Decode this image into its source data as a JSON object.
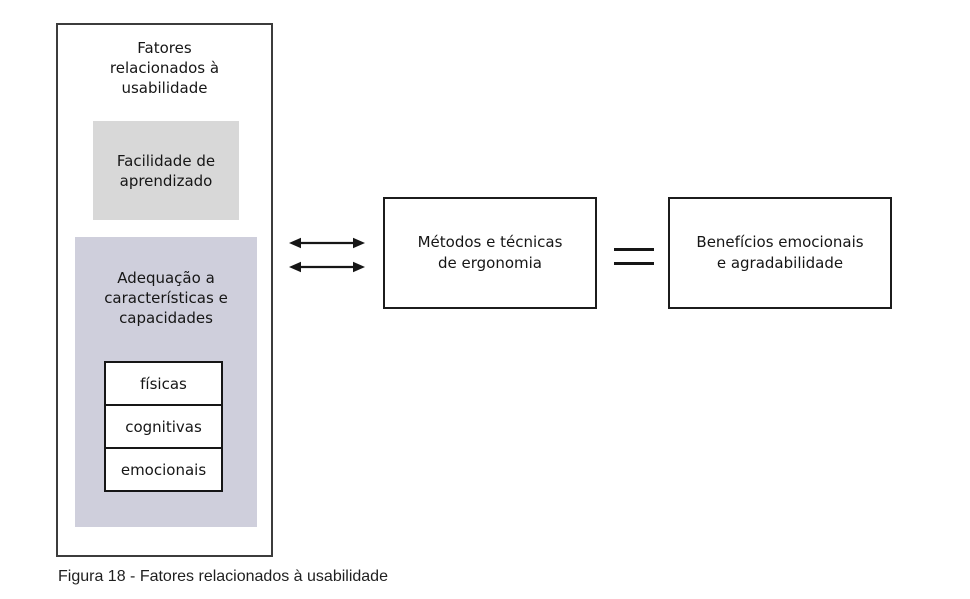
{
  "colors": {
    "learnability_fill": "#d8d8d8",
    "adequacy_fill": "#cfcfdc",
    "line_color": "#161616",
    "background": "#ffffff"
  },
  "usability_panel": {
    "title": "Fatores\nrelacionados à\nusabilidade",
    "learnability_label": "Facilidade de\naprendizado",
    "adequacy": {
      "title": "Adequação a\ncaracterísticas e\ncapacidades",
      "items": [
        {
          "label": "físicas"
        },
        {
          "label": "cognitivas"
        },
        {
          "label": "emocionais"
        }
      ]
    }
  },
  "methods_box": {
    "label": "Métodos e técnicas\nde ergonomia"
  },
  "benefits_box": {
    "label": "Benefícios emocionais\ne agradabilidade"
  },
  "connectors": {
    "left_relation": "double-headed-arrows",
    "right_relation": "equals"
  },
  "caption": "Figura 18 - Fatores relacionados à usabilidade"
}
